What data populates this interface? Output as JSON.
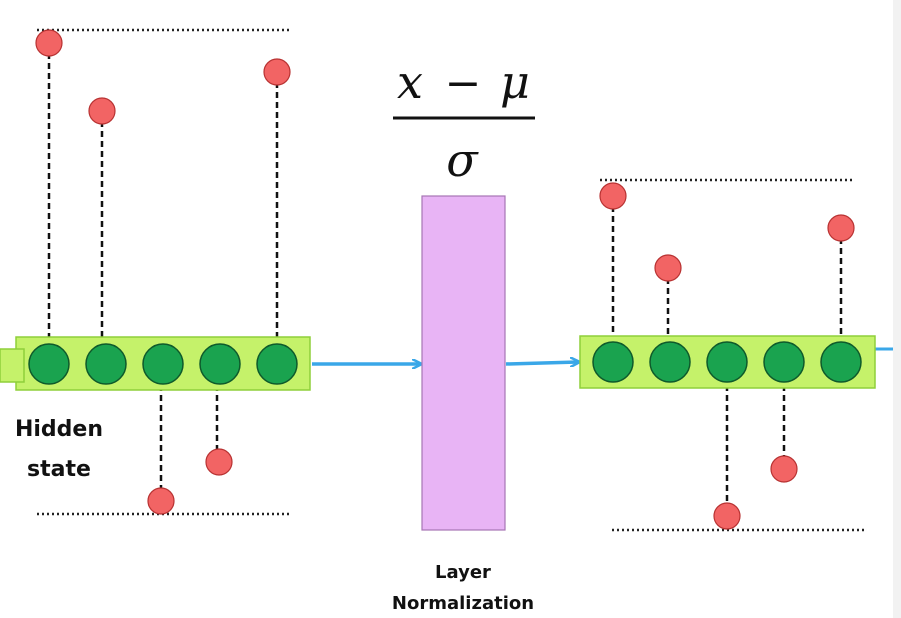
{
  "formula": {
    "numerator_x": "x",
    "numerator_minus": "−",
    "numerator_mu": "μ",
    "denominator": "σ"
  },
  "labels": {
    "hidden_line1": "Hidden",
    "hidden_line2": "state",
    "layer_norm_line1": "Layer",
    "layer_norm_line2": "Normalization"
  },
  "colors": {
    "bar": "#c5f26a",
    "bar_border": "#8fcf3a",
    "neuron": "#1aa34f",
    "neuron_border": "#0e5a2b",
    "outlier": "#f26464",
    "outlier_border": "#b83232",
    "norm_block": "#e8b4f5",
    "norm_border": "#a775b5",
    "arrow": "#3aa7e8"
  }
}
